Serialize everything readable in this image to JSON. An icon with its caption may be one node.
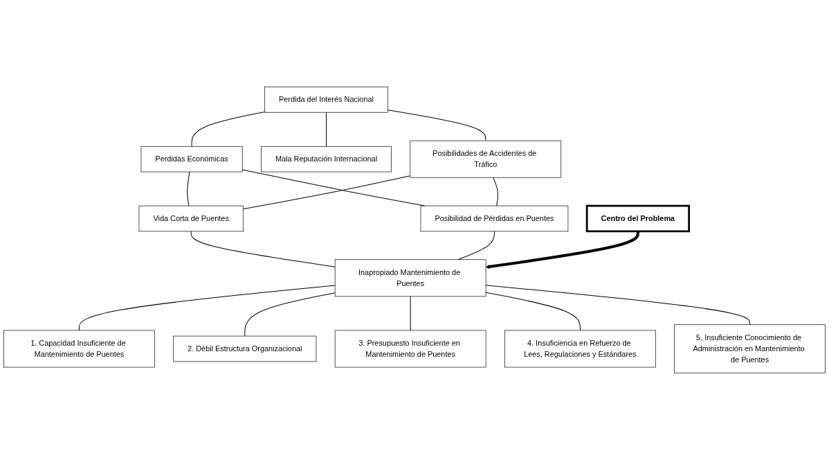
{
  "diagram": {
    "nodes": [
      {
        "text": [
          "Perdida del Interés Nacional"
        ]
      },
      {
        "text": [
          "Perdidas Económicas"
        ]
      },
      {
        "text": [
          "Mala Reputación Internacional"
        ]
      },
      {
        "text": [
          "Posibilidades de Accidentes de Tráfico"
        ]
      },
      {
        "text": [
          "Vida Corta de Puentes"
        ]
      },
      {
        "text": [
          "Posibilidad de Pérdidas en Puentes"
        ]
      },
      {
        "text": [
          "Inapropiado Mantenimiento de Puentes"
        ]
      },
      {
        "text": [
          "Centro del Problema"
        ]
      },
      {
        "text": [
          "1. Capacidad Insuficiente de Mantenimiento de Puentes"
        ]
      },
      {
        "text": [
          "3. Presupuesto Insuficiente en Mantenimiento de Puentes"
        ]
      },
      {
        "text": [
          "5. Insuficiente Conocimiento de Administración en Mantenimiento de Puentes"
        ]
      },
      {
        "text": [
          "2. Débil Estructura Organizacional"
        ]
      },
      {
        "text": [
          "4. Insuficiencia en Refuerzo de Lees, Regulaciones y Estándares"
        ]
      }
    ],
    "edges": [
      {
        "from": 0,
        "to": 1,
        "arrow": "none"
      },
      {
        "from": 0,
        "to": 2,
        "arrow": "none"
      },
      {
        "from": 0,
        "to": 3,
        "arrow": "none"
      },
      {
        "from": 1,
        "to": 4,
        "arrow": "none"
      },
      {
        "from": 1,
        "to": 5,
        "arrow": "none"
      },
      {
        "from": 3,
        "to": 4,
        "arrow": "none"
      },
      {
        "from": 3,
        "to": 5,
        "arrow": "none"
      },
      {
        "from": 4,
        "to": 6,
        "arrow": "none"
      },
      {
        "from": 5,
        "to": 6,
        "arrow": "none"
      },
      {
        "from": 6,
        "to": 8,
        "arrow": "none"
      },
      {
        "from": 6,
        "to": 11,
        "arrow": "none"
      },
      {
        "from": 6,
        "to": 9,
        "arrow": "none"
      },
      {
        "from": 6,
        "to": 12,
        "arrow": "none"
      },
      {
        "from": 6,
        "to": 10,
        "arrow": "none"
      },
      {
        "from": 7,
        "to": 6,
        "arrow": "to",
        "style": "thick"
      }
    ]
  }
}
